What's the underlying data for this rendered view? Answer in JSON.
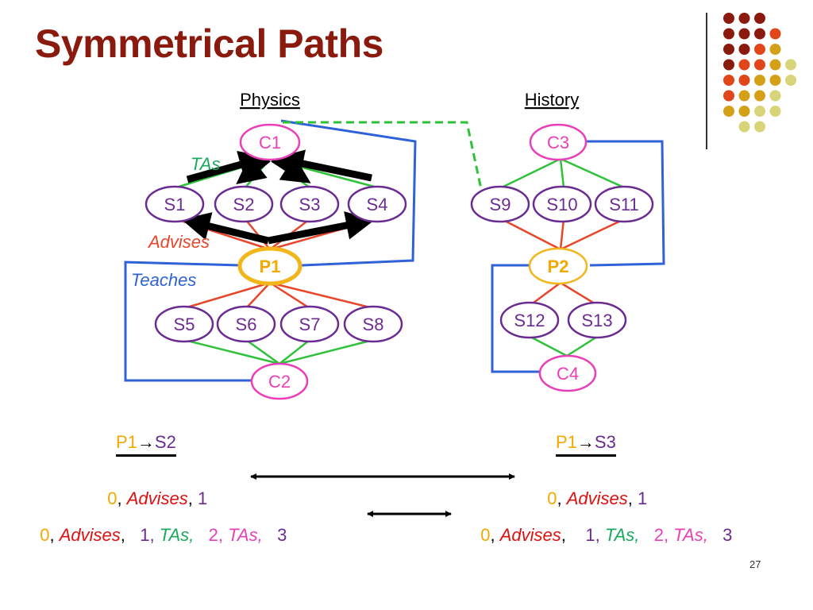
{
  "slide": {
    "title": "Symmetrical Paths",
    "page_number": "27"
  },
  "colors": {
    "title": "#8b1a0e",
    "course_node": "#e93fb8",
    "student_node": "#6a2c91",
    "prof_node": "#f2b61a",
    "tas_edge": "#2ec23a",
    "advises_edge": "#e8462a",
    "teaches_edge": "#2f62d6",
    "dashed_link": "#2ec23a",
    "num_0": "#f2a900",
    "num_1": "#6a2c91",
    "num_2": "#e93fb8",
    "num_3": "#6a2c91"
  },
  "diagram": {
    "headings": {
      "physics": "Physics",
      "history": "History"
    },
    "relations": {
      "tas": "TAs",
      "advises": "Advises",
      "teaches": "Teaches"
    },
    "nodes": {
      "C1": "C1",
      "C2": "C2",
      "C3": "C3",
      "C4": "C4",
      "P1": "P1",
      "P2": "P2",
      "S1": "S1",
      "S2": "S2",
      "S3": "S3",
      "S4": "S4",
      "S5": "S5",
      "S6": "S6",
      "S7": "S7",
      "S8": "S8",
      "S9": "S9",
      "S10": "S10",
      "S11": "S11",
      "S12": "S12",
      "S13": "S13"
    }
  },
  "paths": {
    "left_head": {
      "from": "P1",
      "arrow": "→",
      "to": "S2"
    },
    "right_head": {
      "from": "P1",
      "arrow": "→",
      "to": "S3"
    },
    "row1": {
      "n0": "0",
      "sep": ", ",
      "rel1": "Advises",
      "n1": "1"
    },
    "row2": {
      "n0": "0",
      "rel1": "Advises",
      "n1": "1",
      "rel2": "TAs",
      "n2": "2",
      "rel3": "TAs",
      "n3": "3"
    }
  },
  "palette_dots": [
    [
      "#8b1a0e",
      "#8b1a0e",
      "#8b1a0e"
    ],
    [
      "#8b1a0e",
      "#8b1a0e",
      "#8b1a0e",
      "#e0461a"
    ],
    [
      "#8b1a0e",
      "#8b1a0e",
      "#e0461a",
      "#d4a017"
    ],
    [
      "#8b1a0e",
      "#e0461a",
      "#e0461a",
      "#d4a017",
      "#d8d47a"
    ],
    [
      "#e0461a",
      "#e0461a",
      "#d4a017",
      "#d4a017",
      "#d8d47a"
    ],
    [
      "#e0461a",
      "#d4a017",
      "#d4a017",
      "#d8d47a"
    ],
    [
      "#d4a017",
      "#d4a017",
      "#d8d47a",
      "#d8d47a"
    ],
    [
      "#d8d47a",
      "#d8d47a"
    ]
  ]
}
